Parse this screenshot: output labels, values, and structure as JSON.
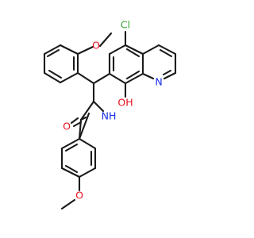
{
  "molecule": {
    "atoms": {
      "cl": {
        "text": "Cl",
        "color": "#33a833"
      },
      "o_methoxy_top": {
        "text": "O",
        "color": "#e8101c"
      },
      "n_quinoline": {
        "text": "N",
        "color": "#1a2ee8"
      },
      "o_hydroxy": {
        "text": "OH",
        "color": "#e8101c"
      },
      "n_amide": {
        "text": "NH",
        "color": "#1a2ee8"
      },
      "o_carbonyl": {
        "text": "O",
        "color": "#e8101c"
      },
      "o_methoxy_bottom": {
        "text": "O",
        "color": "#e8101c"
      }
    },
    "bond_color": "#1a1a1a"
  }
}
